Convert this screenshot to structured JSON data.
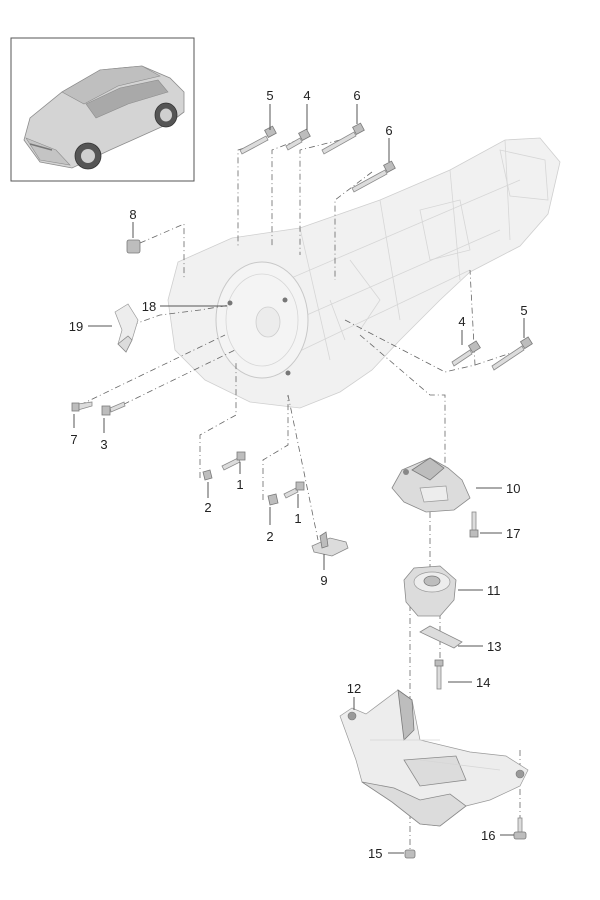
{
  "diagram": {
    "callouts": [
      {
        "id": "c1a",
        "text": "1"
      },
      {
        "id": "c1b",
        "text": "1"
      },
      {
        "id": "c2a",
        "text": "2"
      },
      {
        "id": "c2b",
        "text": "2"
      },
      {
        "id": "c3",
        "text": "3"
      },
      {
        "id": "c4a",
        "text": "4"
      },
      {
        "id": "c4b",
        "text": "4"
      },
      {
        "id": "c5a",
        "text": "5"
      },
      {
        "id": "c5b",
        "text": "5"
      },
      {
        "id": "c6a",
        "text": "6"
      },
      {
        "id": "c6b",
        "text": "6"
      },
      {
        "id": "c7",
        "text": "7"
      },
      {
        "id": "c8",
        "text": "8"
      },
      {
        "id": "c9",
        "text": "9"
      },
      {
        "id": "c10",
        "text": "10"
      },
      {
        "id": "c11",
        "text": "11"
      },
      {
        "id": "c12",
        "text": "12"
      },
      {
        "id": "c13",
        "text": "13"
      },
      {
        "id": "c14",
        "text": "14"
      },
      {
        "id": "c15",
        "text": "15"
      },
      {
        "id": "c16",
        "text": "16"
      },
      {
        "id": "c17",
        "text": "17"
      },
      {
        "id": "c18",
        "text": "18"
      },
      {
        "id": "c19",
        "text": "19"
      }
    ]
  }
}
